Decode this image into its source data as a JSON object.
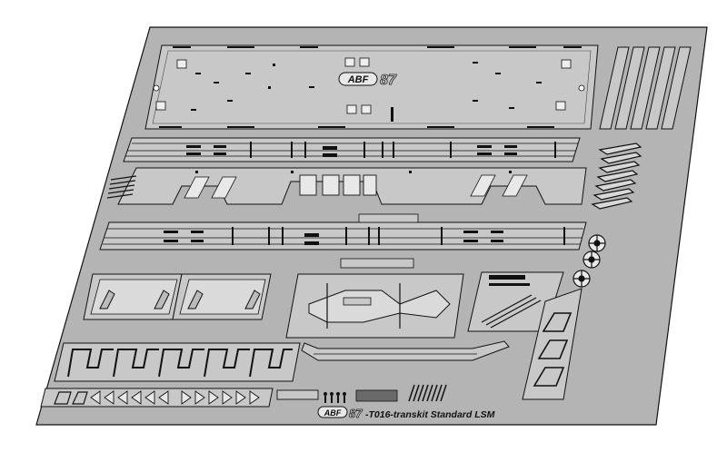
{
  "sheet": {
    "logo_text": "ABF",
    "logo_number": "87",
    "footer_logo_text": "ABF",
    "footer_logo_number": "87",
    "footer_text": "-T016-transkit Standard LSM"
  },
  "colors": {
    "background": "#ffffff",
    "sheet_fill": "#b4b4b4",
    "part_fill": "#c8c8c8",
    "line": "#111111"
  }
}
